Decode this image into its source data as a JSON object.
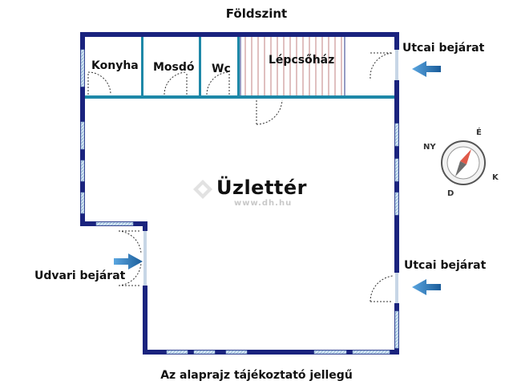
{
  "title": "Földszint",
  "note": "Az alaprajz tájékoztató jellegű",
  "rooms": {
    "kitchen": "Konyha",
    "washroom": "Mosdó",
    "wc": "Wc",
    "staircase": "Lépcsőház",
    "shop": "Üzlettér"
  },
  "entrances": {
    "street_top": "Utcai bejárat",
    "street_bottom": "Utcai bejárat",
    "yard": "Udvari bejárat"
  },
  "compass": {
    "labels": [
      "É",
      "K",
      "D",
      "NY"
    ]
  },
  "watermark": {
    "url": "www.dh.hu"
  },
  "colors": {
    "wall": "#1a237e",
    "inner_wall": "#1e88a8",
    "window": "#8fb4d6",
    "arrow": "#1f6fb0",
    "stair": "#c08080"
  }
}
